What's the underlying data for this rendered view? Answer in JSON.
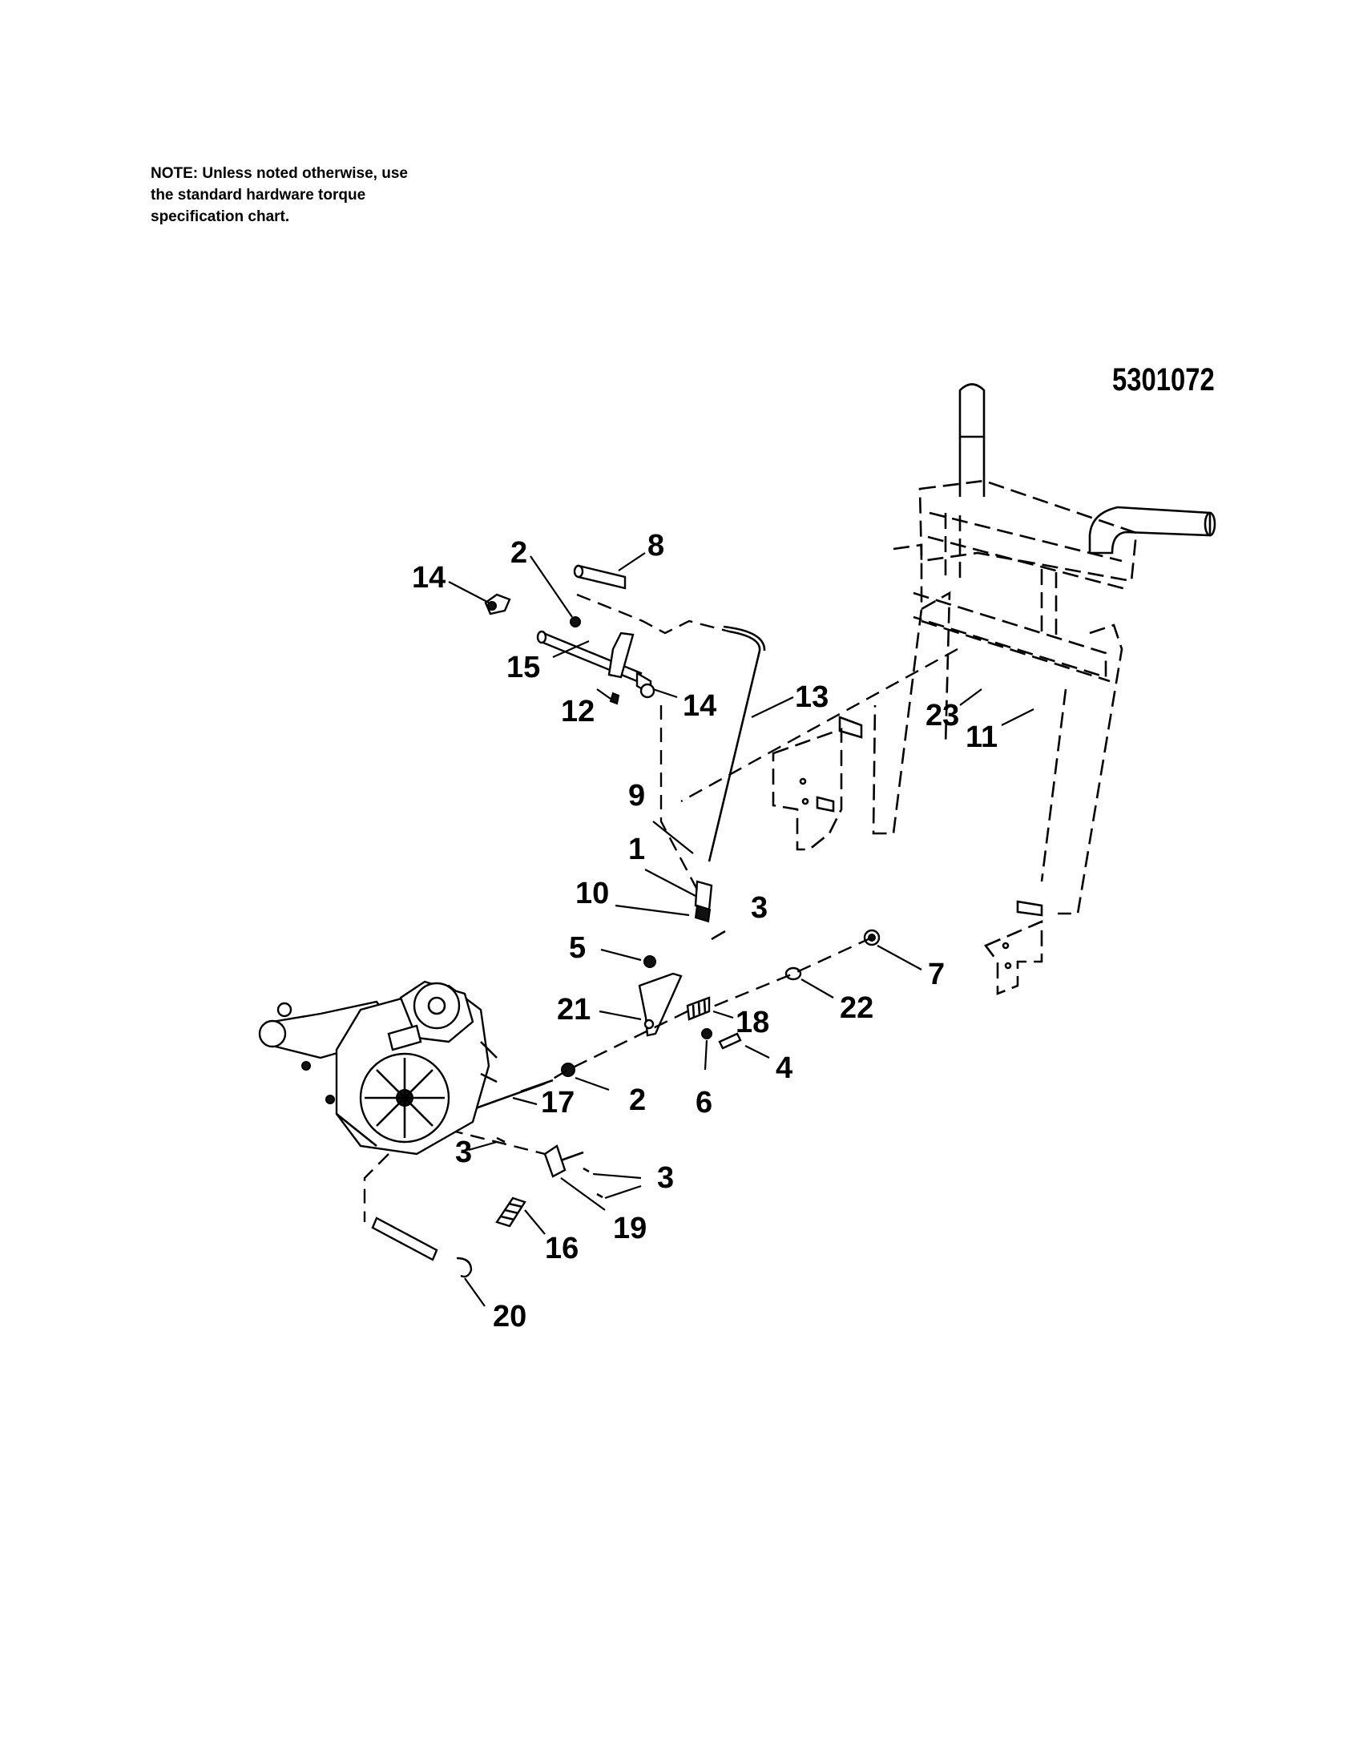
{
  "note": {
    "lines": [
      "NOTE: Unless noted otherwise, use",
      "the standard hardware torque",
      "specification chart."
    ]
  },
  "drawing_number": "5301072",
  "callouts": [
    {
      "name": "callout-14-top",
      "label": "14"
    },
    {
      "name": "callout-2-top",
      "label": "2"
    },
    {
      "name": "callout-8",
      "label": "8"
    },
    {
      "name": "callout-15",
      "label": "15"
    },
    {
      "name": "callout-12",
      "label": "12"
    },
    {
      "name": "callout-14-mid",
      "label": "14"
    },
    {
      "name": "callout-13",
      "label": "13"
    },
    {
      "name": "callout-9",
      "label": "9"
    },
    {
      "name": "callout-1",
      "label": "1"
    },
    {
      "name": "callout-10",
      "label": "10"
    },
    {
      "name": "callout-3-upper",
      "label": "3"
    },
    {
      "name": "callout-23",
      "label": "23"
    },
    {
      "name": "callout-11",
      "label": "11"
    },
    {
      "name": "callout-5",
      "label": "5"
    },
    {
      "name": "callout-7",
      "label": "7"
    },
    {
      "name": "callout-21",
      "label": "21"
    },
    {
      "name": "callout-18",
      "label": "18"
    },
    {
      "name": "callout-22",
      "label": "22"
    },
    {
      "name": "callout-4",
      "label": "4"
    },
    {
      "name": "callout-2-lower",
      "label": "2"
    },
    {
      "name": "callout-6",
      "label": "6"
    },
    {
      "name": "callout-17",
      "label": "17"
    },
    {
      "name": "callout-3-left",
      "label": "3"
    },
    {
      "name": "callout-3-right",
      "label": "3"
    },
    {
      "name": "callout-19",
      "label": "19"
    },
    {
      "name": "callout-16",
      "label": "16"
    },
    {
      "name": "callout-20",
      "label": "20"
    }
  ]
}
